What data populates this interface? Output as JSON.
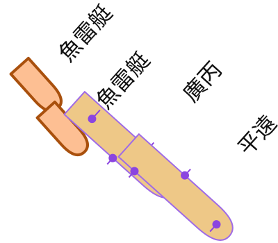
{
  "pieces": {
    "torpedo_boat_1": {
      "label": "魚雷艇",
      "fill": "#fdbf93",
      "stroke": "#a9500d"
    },
    "torpedo_boat_2": {
      "label": "魚雷艇",
      "fill": "#fdbf93",
      "stroke": "#a9500d"
    },
    "guangbing": {
      "label": "廣丙",
      "fill": "#eec887",
      "stroke": "#9f6be6",
      "marker_color": "#8b45e0"
    },
    "pingyuan": {
      "label": "平遠",
      "fill": "#eec887",
      "stroke": "#9f6be6",
      "marker_color": "#8b45e0"
    }
  }
}
